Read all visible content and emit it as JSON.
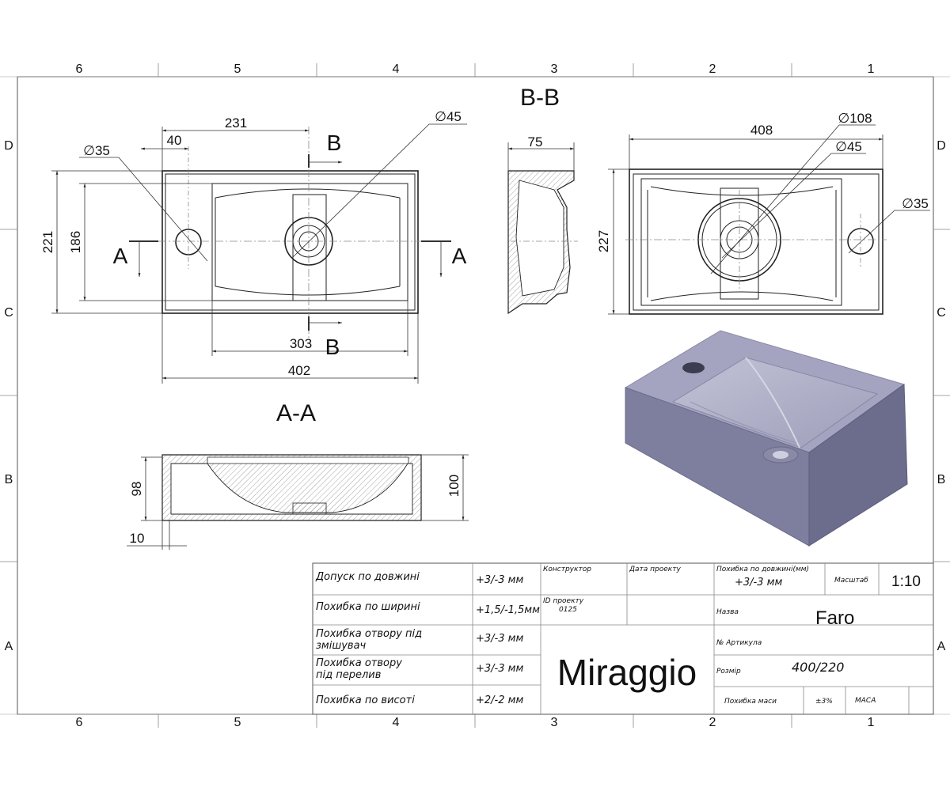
{
  "zones": {
    "columns": [
      "6",
      "5",
      "4",
      "3",
      "2",
      "1"
    ],
    "rows": [
      "D",
      "C",
      "B",
      "A"
    ]
  },
  "section_labels": {
    "bb": "B-B",
    "aa": "A-A",
    "b_top": "B",
    "b_bottom": "B",
    "a_left": "A",
    "a_right": "A"
  },
  "top_view": {
    "dim_231": "231",
    "dim_40": "40",
    "dim_d35": "∅35",
    "dim_d45": "∅45",
    "dim_221": "221",
    "dim_186": "186",
    "dim_303": "303",
    "dim_402": "402"
  },
  "side_view": {
    "dim_75": "75"
  },
  "right_view": {
    "dim_408": "408",
    "dim_d108": "∅108",
    "dim_d45": "∅45",
    "dim_d35": "∅35",
    "dim_227": "227"
  },
  "section_view": {
    "dim_98": "98",
    "dim_100": "100",
    "dim_10": "10"
  },
  "title_block": {
    "tolerances": [
      {
        "label": "Допуск по довжині",
        "value": "+3/-3 мм"
      },
      {
        "label": "Похибка по ширині",
        "value": "+1,5/-1,5мм"
      },
      {
        "label": "Похибка отвору під змішувач",
        "value": "+3/-3 мм"
      },
      {
        "label": "Похибка отвору під перелив",
        "value": "+3/-3 мм"
      },
      {
        "label": "Похибка по висоті",
        "value": "+2/-2 мм"
      }
    ],
    "designer_label": "Конструктор",
    "date_label": "Дата проекту",
    "project_id_label": "ID проекту",
    "project_id_value": "0125",
    "brand": "Miraggio",
    "length_tol_label": "Похибка по довжині(мм)",
    "length_tol_value": "+3/-3 мм",
    "scale_label": "Масштаб",
    "scale_value": "1:10",
    "name_label": "Назва",
    "name_value": "Faro",
    "article_label": "№ Артикула",
    "size_label": "Розмір",
    "size_value": "400/220",
    "mass_tol_label": "Похибка маси",
    "mass_tol_value": "±3%",
    "mass_label": "МАСА"
  },
  "colors": {
    "line": "#222222",
    "frame": "#555555",
    "render_top": "#9b9bb8",
    "render_front": "#7e7e9e",
    "render_side": "#6c6c8c",
    "render_bowl": "#b4b4cc"
  }
}
